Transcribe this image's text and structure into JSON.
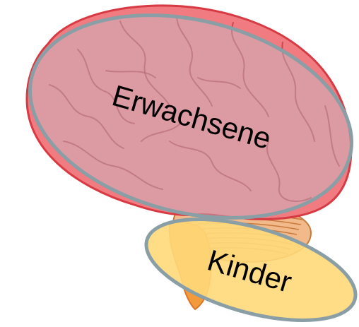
{
  "labels": {
    "adults": "Erwachsene",
    "children": "Kinder"
  },
  "colors": {
    "cerebrum_fill": "#f07b80",
    "cerebrum_stroke": "#d83a44",
    "cerebrum_gyri": "#b63840",
    "cerebellum_fill": "#f2b98a",
    "cerebellum_lines": "#c87a3e",
    "brainstem_fill": "#f39a3a",
    "brainstem_stroke": "#d9772a",
    "adults_ellipse_fill": "#b8d8e6",
    "children_ellipse_fill": "#ffd97a",
    "ellipse_stroke": "#8a9ea6"
  },
  "icons": {
    "brain": "brain-illustration"
  }
}
